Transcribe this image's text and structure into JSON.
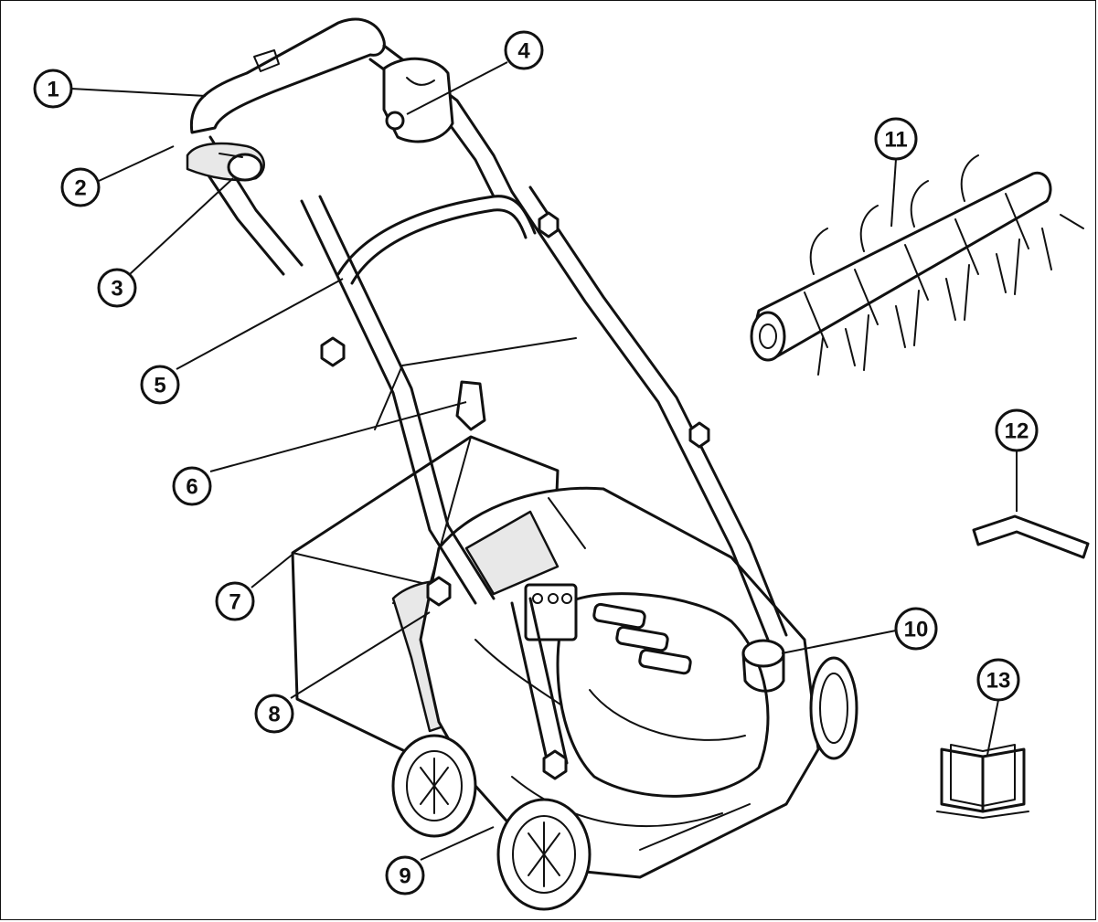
{
  "callouts": [
    {
      "id": "1",
      "label": "1"
    },
    {
      "id": "2",
      "label": "2"
    },
    {
      "id": "3",
      "label": "3"
    },
    {
      "id": "4",
      "label": "4"
    },
    {
      "id": "5",
      "label": "5"
    },
    {
      "id": "6",
      "label": "6"
    },
    {
      "id": "7",
      "label": "7"
    },
    {
      "id": "8",
      "label": "8"
    },
    {
      "id": "9",
      "label": "9"
    },
    {
      "id": "10",
      "label": "10"
    },
    {
      "id": "11",
      "label": "11"
    },
    {
      "id": "12",
      "label": "12"
    },
    {
      "id": "13",
      "label": "13"
    }
  ],
  "colors": {
    "line": "#111111",
    "background": "#ffffff"
  }
}
